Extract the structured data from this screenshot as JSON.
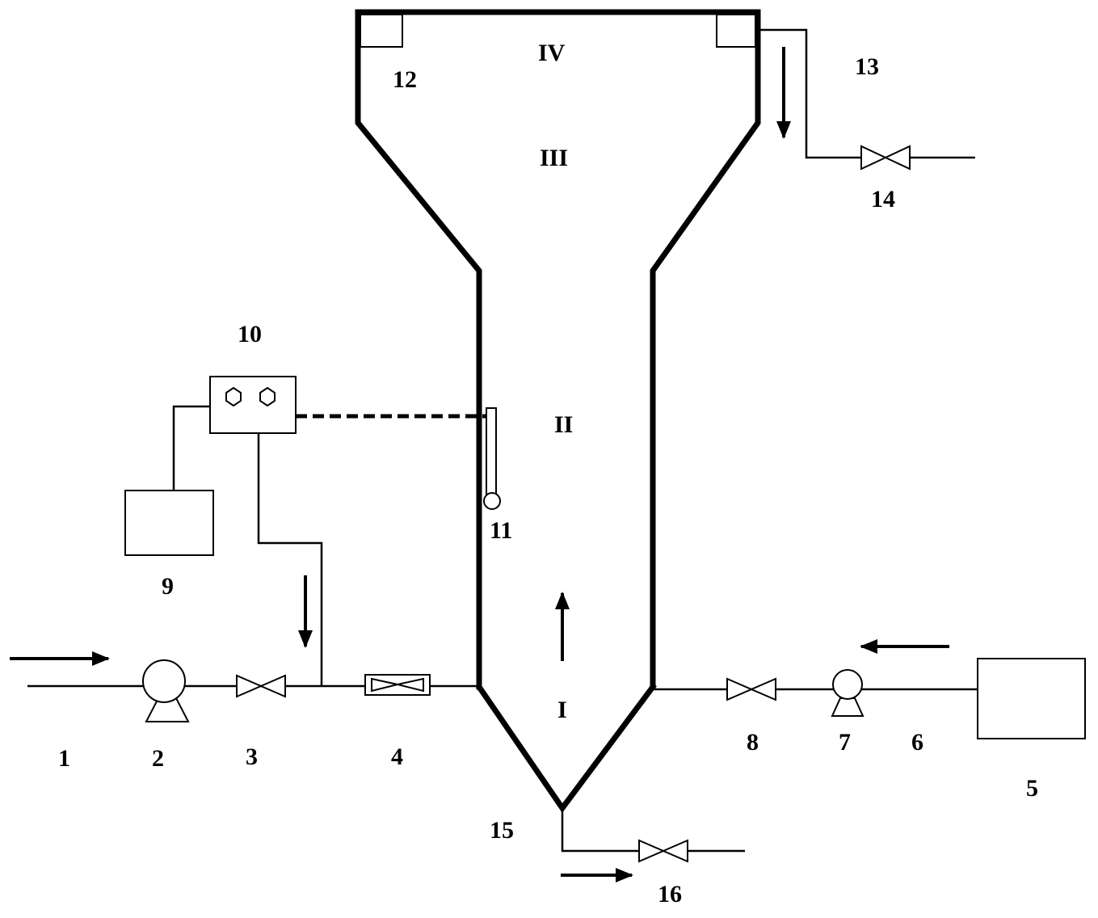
{
  "zones": {
    "zone_1": "I",
    "zone_2": "II",
    "zone_3": "III",
    "zone_4": "IV"
  },
  "labels": {
    "l1": "1",
    "l2": "2",
    "l3": "3",
    "l4": "4",
    "l5": "5",
    "l6": "6",
    "l7": "7",
    "l8": "8",
    "l9": "9",
    "l10": "10",
    "l11": "11",
    "l12": "12",
    "l13": "13",
    "l14": "14",
    "l15": "15",
    "l16": "16"
  }
}
